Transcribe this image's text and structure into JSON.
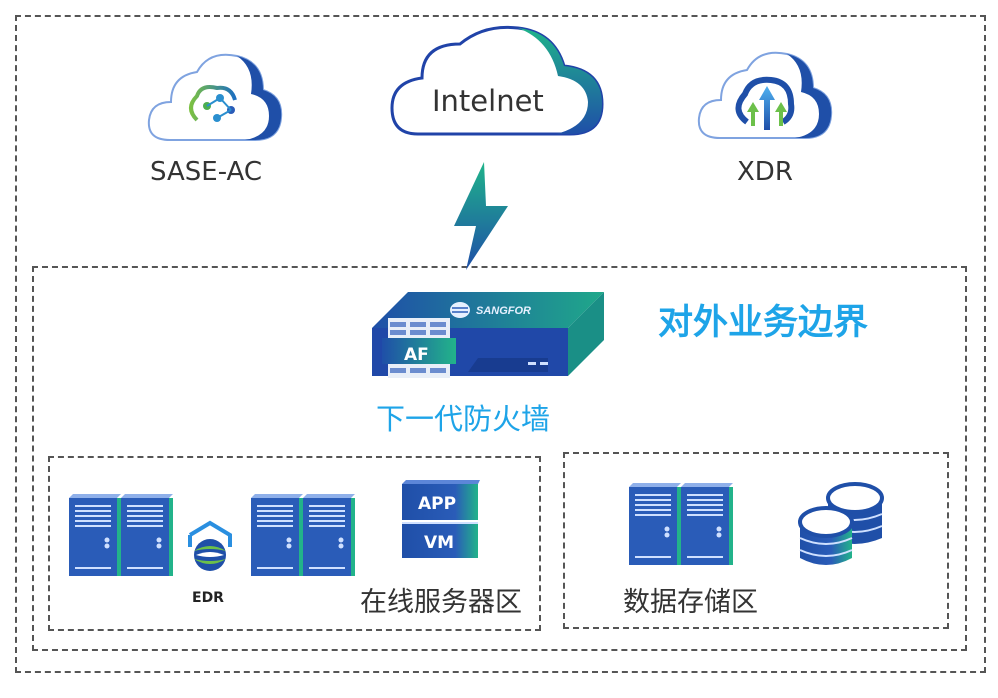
{
  "top": {
    "sase_ac": {
      "label": "SASE-AC",
      "icon": "cloud-network-icon"
    },
    "internet": {
      "label": "Intelnet",
      "icon": "cloud-icon"
    },
    "xdr": {
      "label": "XDR",
      "icon": "cloud-upload-icon"
    },
    "link_icon": "lightning-icon"
  },
  "boundary": {
    "title": "对外业务边界",
    "firewall": {
      "brand": "SANGFOR",
      "badge": "AF",
      "label": "下一代防火墙"
    }
  },
  "server_zone": {
    "label": "在线服务器区",
    "edr_label": "EDR",
    "app_label": "APP",
    "vm_label": "VM"
  },
  "storage_zone": {
    "label": "数据存储区"
  },
  "colors": {
    "primary_blue": "#2a5cb8",
    "accent_green": "#22b38a",
    "title_blue": "#1ea4e8",
    "border_gray": "#555555"
  }
}
